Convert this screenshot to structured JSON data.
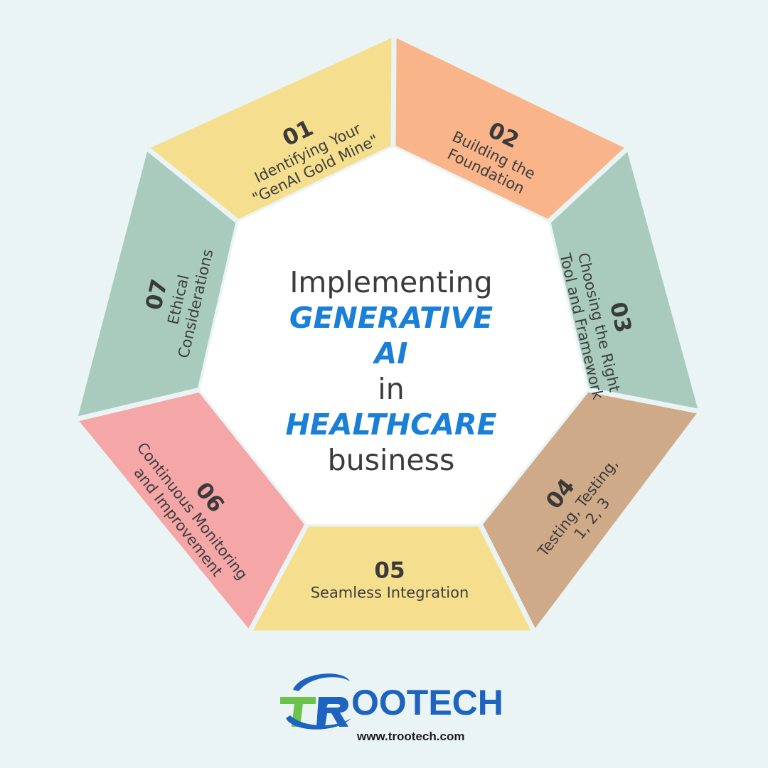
{
  "center": {
    "line1": "Implementing",
    "line2": "GENERATIVE AI",
    "line3": "in",
    "line4": "HEALTHCARE",
    "line5": "business",
    "accent_color": "#1a7fd6"
  },
  "segments": [
    {
      "number": "01",
      "title_lines": [
        "Identifying Your",
        "\"GenAI Gold Mine\""
      ],
      "color": "#f9b48a"
    },
    {
      "number": "02",
      "title_lines": [
        "Building the",
        "Foundation"
      ],
      "color": "#a8cbbe"
    },
    {
      "number": "03",
      "title_lines": [
        "Choosing the Right",
        "Tool and Framework"
      ],
      "color": "#cfaa88"
    },
    {
      "number": "04",
      "title_lines": [
        "Testing, Testing,",
        "1, 2, 3"
      ],
      "color": "#f5de8e"
    },
    {
      "number": "05",
      "title_lines": [
        "Seamless Integration"
      ],
      "color": "#f5a6a6"
    },
    {
      "number": "06",
      "title_lines": [
        "Continuous Monitoring",
        "and Improvement"
      ],
      "color": "#a8cbbe"
    },
    {
      "number": "07",
      "title_lines": [
        "Ethical",
        "Considerations"
      ],
      "color": "#f5de8e"
    }
  ],
  "logo": {
    "brand": "TROOTECH",
    "url": "www.trootech.com",
    "blue": "#1e63c0",
    "green": "#6cc24a"
  },
  "background_color": "#eaf4f5"
}
